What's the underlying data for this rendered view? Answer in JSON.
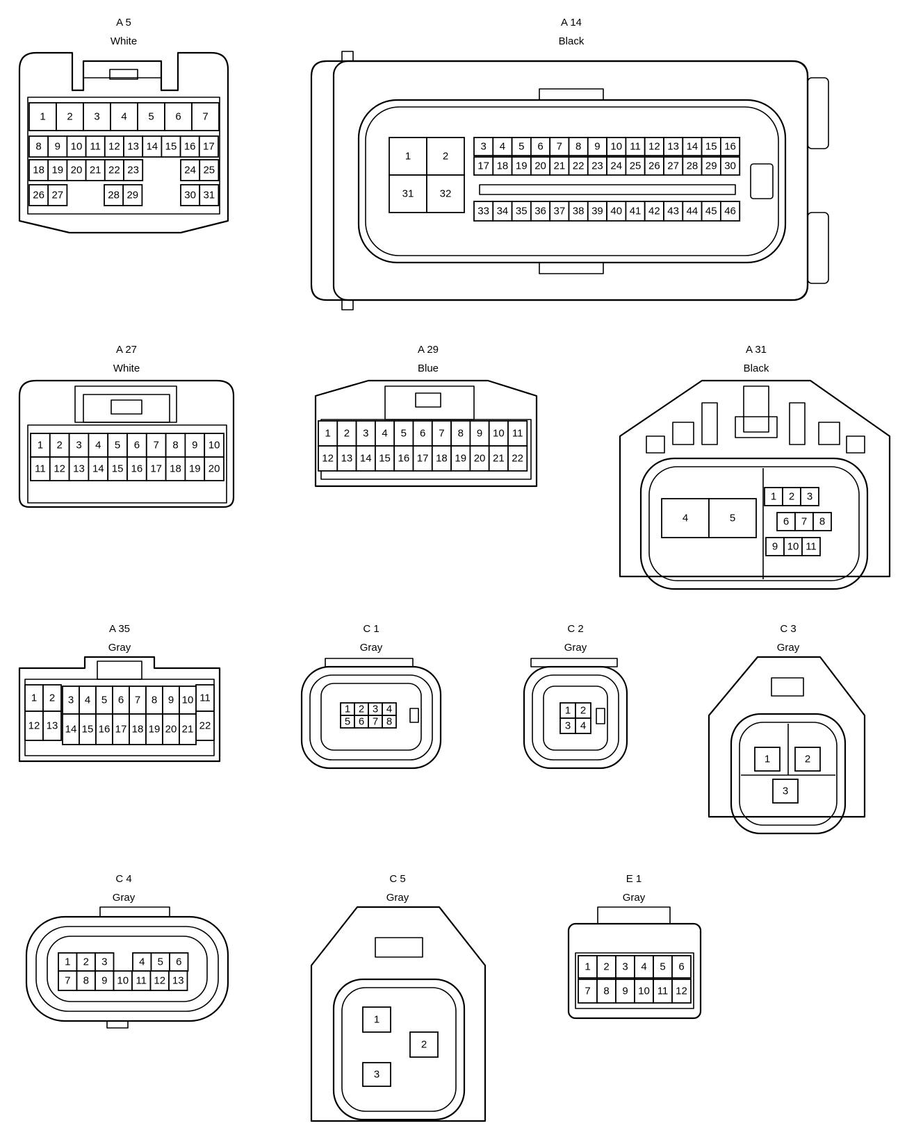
{
  "connectors": [
    {
      "id": "A 5",
      "color": "White",
      "pins": [
        "1",
        "2",
        "3",
        "4",
        "5",
        "6",
        "7",
        "8",
        "9",
        "10",
        "11",
        "12",
        "13",
        "14",
        "15",
        "16",
        "17",
        "18",
        "19",
        "20",
        "21",
        "22",
        "23",
        "24",
        "25",
        "26",
        "27",
        "28",
        "29",
        "30",
        "31"
      ]
    },
    {
      "id": "A 14",
      "color": "Black",
      "pins": [
        "1",
        "2",
        "31",
        "32",
        "3",
        "4",
        "5",
        "6",
        "7",
        "8",
        "9",
        "10",
        "11",
        "12",
        "13",
        "14",
        "15",
        "16",
        "17",
        "18",
        "19",
        "20",
        "21",
        "22",
        "23",
        "24",
        "25",
        "26",
        "27",
        "28",
        "29",
        "30",
        "33",
        "34",
        "35",
        "36",
        "37",
        "38",
        "39",
        "40",
        "41",
        "42",
        "43",
        "44",
        "45",
        "46"
      ]
    },
    {
      "id": "A 27",
      "color": "White",
      "pins": [
        "1",
        "2",
        "3",
        "4",
        "5",
        "6",
        "7",
        "8",
        "9",
        "10",
        "11",
        "12",
        "13",
        "14",
        "15",
        "16",
        "17",
        "18",
        "19",
        "20"
      ]
    },
    {
      "id": "A 29",
      "color": "Blue",
      "pins": [
        "1",
        "2",
        "3",
        "4",
        "5",
        "6",
        "7",
        "8",
        "9",
        "10",
        "11",
        "12",
        "13",
        "14",
        "15",
        "16",
        "17",
        "18",
        "19",
        "20",
        "21",
        "22"
      ]
    },
    {
      "id": "A 31",
      "color": "Black",
      "pins": [
        "4",
        "5",
        "1",
        "2",
        "3",
        "6",
        "7",
        "8",
        "9",
        "10",
        "11"
      ]
    },
    {
      "id": "A 35",
      "color": "Gray",
      "pins": [
        "1",
        "2",
        "11",
        "12",
        "13",
        "22",
        "3",
        "4",
        "5",
        "6",
        "7",
        "8",
        "9",
        "10",
        "14",
        "15",
        "16",
        "17",
        "18",
        "19",
        "20",
        "21"
      ]
    },
    {
      "id": "C 1",
      "color": "Gray",
      "pins": [
        "1",
        "2",
        "3",
        "4",
        "5",
        "6",
        "7",
        "8"
      ]
    },
    {
      "id": "C 2",
      "color": "Gray",
      "pins": [
        "1",
        "2",
        "3",
        "4"
      ]
    },
    {
      "id": "C 3",
      "color": "Gray",
      "pins": [
        "1",
        "2",
        "3"
      ]
    },
    {
      "id": "C 4",
      "color": "Gray",
      "pins": [
        "1",
        "2",
        "3",
        "4",
        "5",
        "6",
        "7",
        "8",
        "9",
        "10",
        "11",
        "12",
        "13"
      ]
    },
    {
      "id": "C 5",
      "color": "Gray",
      "pins": [
        "1",
        "2",
        "3"
      ]
    },
    {
      "id": "E 1",
      "color": "Gray",
      "pins": [
        "1",
        "2",
        "3",
        "4",
        "5",
        "6",
        "7",
        "8",
        "9",
        "10",
        "11",
        "12"
      ]
    }
  ]
}
